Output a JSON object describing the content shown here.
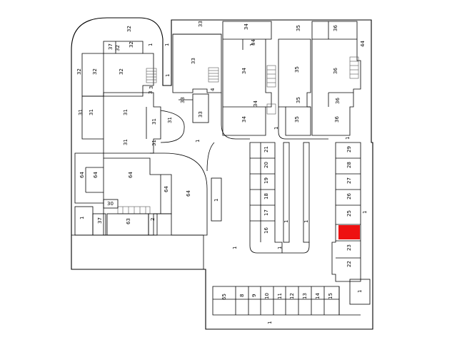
{
  "highlight_color": "#ee1111",
  "labels": {
    "l32a": "32",
    "l32b": "32",
    "l32c": "32",
    "l32d": "32",
    "l32e": "32",
    "l32f": "32",
    "l37": "37",
    "l3a": "3",
    "l1a": "1",
    "l1b": "1",
    "l33a": "33",
    "l33b": "33",
    "l33c": "33",
    "l33d": "33",
    "l34a": "34",
    "l34b": "34",
    "l34c": "34",
    "l34d": "34",
    "l34e": "34",
    "l35a": "35",
    "l35b": "35",
    "l35c": "35",
    "l35d": "35",
    "l36a": "36",
    "l36b": "36",
    "l36c": "36",
    "l36d": "36",
    "l44": "44",
    "l31a": "31",
    "l31b": "31",
    "l31c": "31",
    "l31d": "31",
    "l31e": "31",
    "l31f": "31",
    "l31g": "31",
    "l4": "4",
    "l3b": "3",
    "l64a": "64",
    "l64b": "64",
    "l64c": "64",
    "l64d": "64",
    "l64e": "64",
    "l30": "30",
    "l63": "63",
    "l2": "2",
    "l37b": "37",
    "l1c": "1",
    "l1d": "1",
    "l1e": "1",
    "l1f": "1",
    "l1g": "1",
    "l1h": "1",
    "l1i": "1",
    "l1j": "1",
    "l1k": "1",
    "l1l": "1",
    "l1m": "1",
    "l1n": "1",
    "l1o": "1",
    "l21": "21",
    "l20": "20",
    "l19": "19",
    "l18": "18",
    "l17": "17",
    "l16": "16",
    "l29": "29",
    "l28": "28",
    "l27": "27",
    "l26": "26",
    "l25": "25",
    "l23": "23",
    "l22": "22",
    "l65": "65",
    "l8": "8",
    "l9": "9",
    "l10": "10",
    "l11": "11",
    "l12": "12",
    "l13": "13",
    "l14": "14",
    "l15": "15",
    "l1box": "1"
  }
}
